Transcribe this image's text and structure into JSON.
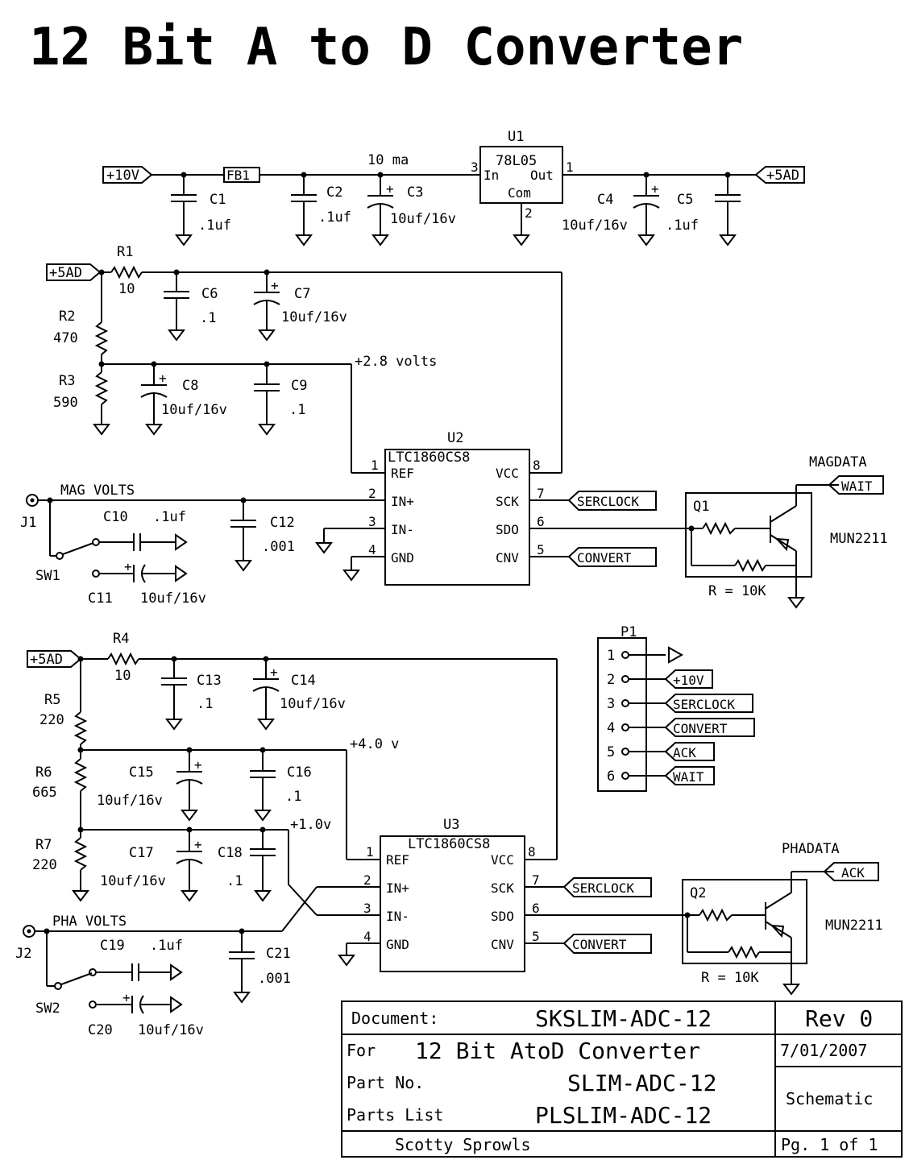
{
  "title": "12 Bit A to D Converter",
  "power": {
    "plus10v_flag": "+10V",
    "fb1": "FB1",
    "c1": "C1",
    "c1_val": ".1uf",
    "c2": "C2",
    "c2_val": ".1uf",
    "c3": "C3",
    "c3_val": "10uf/16v",
    "current_note": "10 ma",
    "u1": "U1",
    "u1_part": "78L05",
    "u1_pin_in": "In",
    "u1_pin_out": "Out",
    "u1_pin_com": "Com",
    "u1_pin3": "3",
    "u1_pin1": "1",
    "u1_pin2": "2",
    "c4": "C4",
    "c4_val": "10uf/16v",
    "c5": "C5",
    "c5_val": ".1uf",
    "plus5ad_flag": "+5AD"
  },
  "mag": {
    "plus5ad_flag": "+5AD",
    "r1": "R1",
    "r1_val": "10",
    "c6": "C6",
    "c6_val": ".1",
    "c7": "C7",
    "c7_val": "10uf/16v",
    "r2": "R2",
    "r2_val": "470",
    "r3": "R3",
    "r3_val": "590",
    "c8": "C8",
    "c8_val": "10uf/16v",
    "c9": "C9",
    "c9_val": ".1",
    "ref_note": "+2.8 volts",
    "u2": "U2",
    "u2_part": "LTC1860CS8",
    "j1": "J1",
    "input_label": "MAG VOLTS",
    "c10": "C10",
    "c10_val": ".1uf",
    "c11": "C11",
    "c11_val": "10uf/16v",
    "sw1": "SW1",
    "c12": "C12",
    "c12_val": ".001",
    "serclock_flag": "SERCLOCK",
    "convert_flag": "CONVERT",
    "q1": "Q1",
    "q1_part": "MUN2211",
    "data_net": "MAGDATA",
    "handshake_flag": "WAIT",
    "r_note": "R = 10K"
  },
  "pha": {
    "plus5ad_flag": "+5AD",
    "r4": "R4",
    "r4_val": "10",
    "c13": "C13",
    "c13_val": ".1",
    "c14": "C14",
    "c14_val": "10uf/16v",
    "r5": "R5",
    "r5_val": "220",
    "r6": "R6",
    "r6_val": "665",
    "r7": "R7",
    "r7_val": "220",
    "ref_note": "+4.0 v",
    "c15": "C15",
    "c15_val": "10uf/16v",
    "c16": "C16",
    "c16_val": ".1",
    "c17": "C17",
    "c17_val": "10uf/16v",
    "c18": "C18",
    "c18_val": ".1",
    "in_note": "+1.0v",
    "u3": "U3",
    "u3_part": "LTC1860CS8",
    "j2": "J2",
    "input_label": "PHA VOLTS",
    "c19": "C19",
    "c19_val": ".1uf",
    "c20": "C20",
    "c20_val": "10uf/16v",
    "sw2": "SW2",
    "c21": "C21",
    "c21_val": ".001",
    "serclock_flag": "SERCLOCK",
    "convert_flag": "CONVERT",
    "q2": "Q2",
    "q2_part": "MUN2211",
    "data_net": "PHADATA",
    "handshake_flag": "ACK",
    "r_note": "R = 10K"
  },
  "adc_pins": {
    "ref": "REF",
    "in_p": "IN+",
    "in_m": "IN-",
    "gnd": "GND",
    "vcc": "VCC",
    "sck": "SCK",
    "sdo": "SDO",
    "cnv": "CNV",
    "n1": "1",
    "n2": "2",
    "n3": "3",
    "n4": "4",
    "n5": "5",
    "n6": "6",
    "n7": "7",
    "n8": "8"
  },
  "connector": {
    "name": "P1",
    "pins": [
      {
        "num": "1",
        "net": ""
      },
      {
        "num": "2",
        "net": "+10V"
      },
      {
        "num": "3",
        "net": "SERCLOCK"
      },
      {
        "num": "4",
        "net": "CONVERT"
      },
      {
        "num": "5",
        "net": "ACK"
      },
      {
        "num": "6",
        "net": "WAIT"
      }
    ]
  },
  "title_block": {
    "document_label": "Document:",
    "document": "SKSLIM-ADC-12",
    "rev": "Rev 0",
    "for_label": "For",
    "for_value": "12 Bit AtoD Converter",
    "date": "7/01/2007",
    "part_label": "Part No.",
    "part": "SLIM-ADC-12",
    "type": "Schematic",
    "parts_list_label": "Parts List",
    "parts_list": "PLSLIM-ADC-12",
    "author": "Scotty Sprowls",
    "page": "Pg. 1 of 1"
  }
}
